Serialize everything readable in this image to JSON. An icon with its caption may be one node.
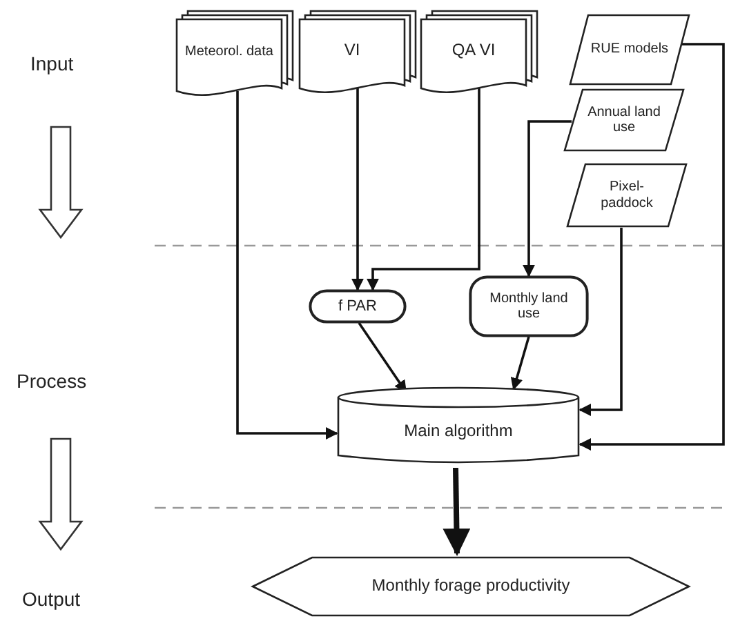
{
  "diagram": {
    "nodes": [
      {
        "text": [
          "Meteorol. data"
        ]
      },
      {
        "text": [
          "VI"
        ]
      },
      {
        "text": [
          "QA VI"
        ]
      },
      {
        "text": [
          "RUE models"
        ]
      },
      {
        "text": [
          "Annual land use"
        ]
      },
      {
        "text": [
          "Pixel-paddock"
        ]
      },
      {
        "text": [
          "f PAR"
        ]
      },
      {
        "text": [
          "Monthly land use"
        ]
      },
      {
        "text": [
          "Main algorithm"
        ]
      },
      {
        "text": [
          "Monthly forage productivity"
        ]
      }
    ],
    "edges": [
      {
        "from": 0,
        "to": 8,
        "arrow": "to"
      },
      {
        "from": 1,
        "to": 6,
        "arrow": "to"
      },
      {
        "from": 2,
        "to": 6,
        "arrow": "to"
      },
      {
        "from": 3,
        "to": 8,
        "arrow": "to"
      },
      {
        "from": 4,
        "to": 7,
        "arrow": "to"
      },
      {
        "from": 5,
        "to": 8,
        "arrow": "to"
      },
      {
        "from": 6,
        "to": 8,
        "arrow": "to"
      },
      {
        "from": 7,
        "to": 8,
        "arrow": "to"
      },
      {
        "from": 8,
        "to": 9,
        "arrow": "to",
        "style": "thick"
      }
    ],
    "labels": [
      "Input",
      "Process",
      "Output"
    ]
  }
}
